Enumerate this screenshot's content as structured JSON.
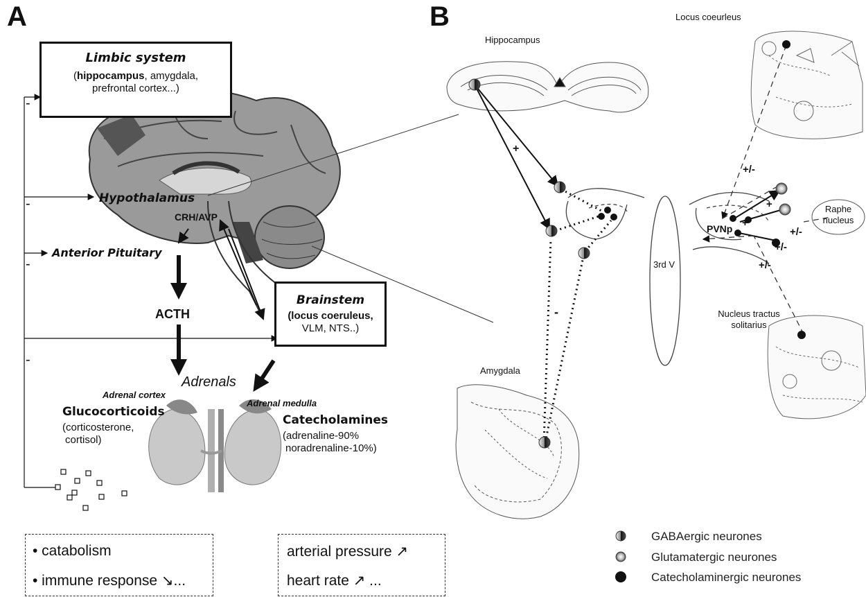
{
  "panel_a": {
    "letter": "A",
    "limbic": {
      "title": "Limbic system",
      "bold": "hippocampus",
      "rest1": ", amygdala,",
      "rest2": "prefrontal cortex...)",
      "open": "("
    },
    "hypothalamus": "Hypothalamus",
    "crh": "CRH/AVP",
    "pituitary": "Anterior Pituitary",
    "acth": "ACTH",
    "brainstem": {
      "title": "Brainstem",
      "line1": "(locus coeruleus,",
      "line2": "VLM, NTS..)"
    },
    "adrenals": "Adrenals",
    "adrenal_cortex": "Adrenal cortex",
    "adrenal_medulla": "Adrenal medulla",
    "glucocorticoids": {
      "title": "Glucocorticoids",
      "line1": "(corticosterone,",
      "line2": "cortisol)"
    },
    "catecholamines": {
      "title": "Catecholamines",
      "line1": "(adrenaline-90%",
      "line2": "noradrenaline-10%)"
    },
    "minus": "-",
    "effects_left": [
      "• catabolism",
      "• immune response ↘..."
    ],
    "effects_right": [
      "arterial pressure ↗",
      "heart rate ↗ ..."
    ]
  },
  "panel_b": {
    "letter": "B",
    "hippocampus": "Hippocampus",
    "amygdala": "Amygdala",
    "locus": "Locus coeurleus",
    "third_v": "3rd V",
    "pvnp": "PVNp",
    "raphe": [
      "Raphe",
      "nucleus"
    ],
    "nts": [
      "Nucleus tractus",
      "solitarius"
    ],
    "plus": "+",
    "minus": "-",
    "plusminus": "+/-",
    "legend": [
      "GABAergic neurones",
      "Glutamatergic neurones",
      "Catecholaminergic neurones"
    ]
  }
}
